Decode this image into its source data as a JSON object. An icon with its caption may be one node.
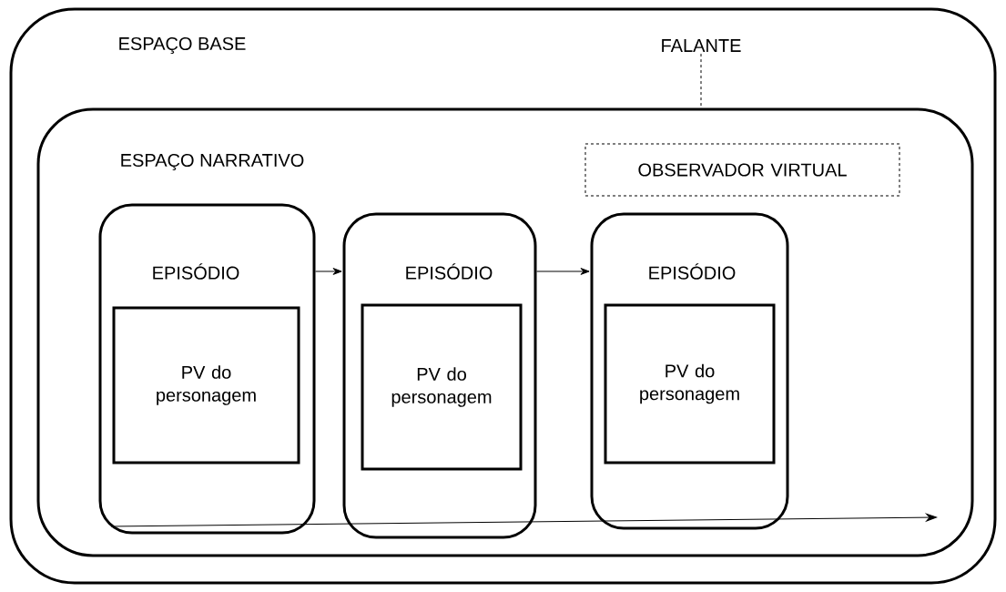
{
  "diagram": {
    "nodes": [
      {
        "text": [
          "ESPAÇO BASE"
        ]
      },
      {
        "text": [
          "FALANTE"
        ],
        "in": 0
      },
      {
        "text": [
          "ESPAÇO NARRATIVO"
        ],
        "in": 0
      },
      {
        "text": [
          "OBSERVADOR VIRTUAL"
        ],
        "in": 2
      },
      {
        "text": [
          "EPISÓDIO"
        ],
        "in": 2
      },
      {
        "text": [
          "PV do personagem"
        ],
        "in": 4
      },
      {
        "text": [
          "EPISÓDIO"
        ],
        "in": 2
      },
      {
        "text": [
          "PV do personagem"
        ],
        "in": 6
      },
      {
        "text": [
          "EPISÓDIO"
        ],
        "in": 2
      },
      {
        "text": [
          "PV do personagem"
        ],
        "in": 8
      }
    ],
    "edges": [
      {
        "from": 1,
        "to": 2,
        "arrow": "none",
        "style": "dashed"
      },
      {
        "from": 4,
        "to": 6,
        "arrow": "to"
      },
      {
        "from": 6,
        "to": 8,
        "arrow": "to"
      }
    ]
  }
}
